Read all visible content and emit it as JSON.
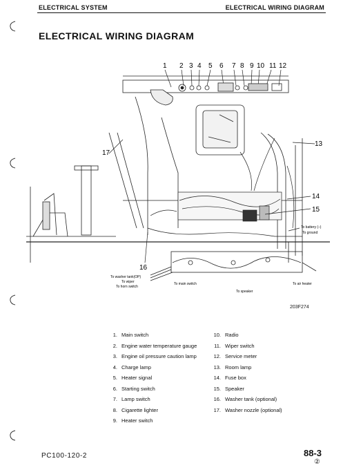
{
  "header": {
    "section": "ELECTRICAL SYSTEM",
    "topic": "ELECTRICAL WIRING DIAGRAM"
  },
  "title": "ELECTRICAL WIRING DIAGRAM",
  "diagram": {
    "top_callouts": [
      "1",
      "2",
      "3",
      "4",
      "5",
      "6",
      "7",
      "8",
      "9",
      "10",
      "11",
      "12"
    ],
    "side_callouts": {
      "c13": "13",
      "c14": "14",
      "c15": "15",
      "c16": "16",
      "c17": "17"
    },
    "notes": {
      "to_battery": "To battery (–)",
      "to_ground": "To ground",
      "to_washer_tank": "To washer tank(OP)",
      "to_wiper": "To wiper",
      "to_horn_switch": "To horn switch",
      "to_main_switch": "To main switch",
      "to_air_heater": "To air heater",
      "to_speaker": "To speaker"
    }
  },
  "figure_code": "203F274",
  "legend": {
    "left": [
      {
        "num": "1.",
        "label": "Main switch"
      },
      {
        "num": "2.",
        "label": "Engine water temperature gauge"
      },
      {
        "num": "3.",
        "label": "Engine oil pressure caution lamp"
      },
      {
        "num": "4.",
        "label": "Charge lamp"
      },
      {
        "num": "5.",
        "label": "Heater signal"
      },
      {
        "num": "6.",
        "label": "Starting switch"
      },
      {
        "num": "7.",
        "label": "Lamp switch"
      },
      {
        "num": "8.",
        "label": "Cigarette lighter"
      },
      {
        "num": "9.",
        "label": "Heater switch"
      }
    ],
    "right": [
      {
        "num": "10.",
        "label": "Radio"
      },
      {
        "num": "11.",
        "label": "Wiper switch"
      },
      {
        "num": "12.",
        "label": "Service meter"
      },
      {
        "num": "13.",
        "label": "Room lamp"
      },
      {
        "num": "14.",
        "label": "Fuse box"
      },
      {
        "num": "15.",
        "label": "Speaker"
      },
      {
        "num": "16.",
        "label": "Washer tank (optional)"
      },
      {
        "num": "17.",
        "label": "Washer nozzle (optional)"
      }
    ]
  },
  "footer": {
    "model": "PC100-120-2",
    "page": "88-3",
    "revision": "②"
  }
}
